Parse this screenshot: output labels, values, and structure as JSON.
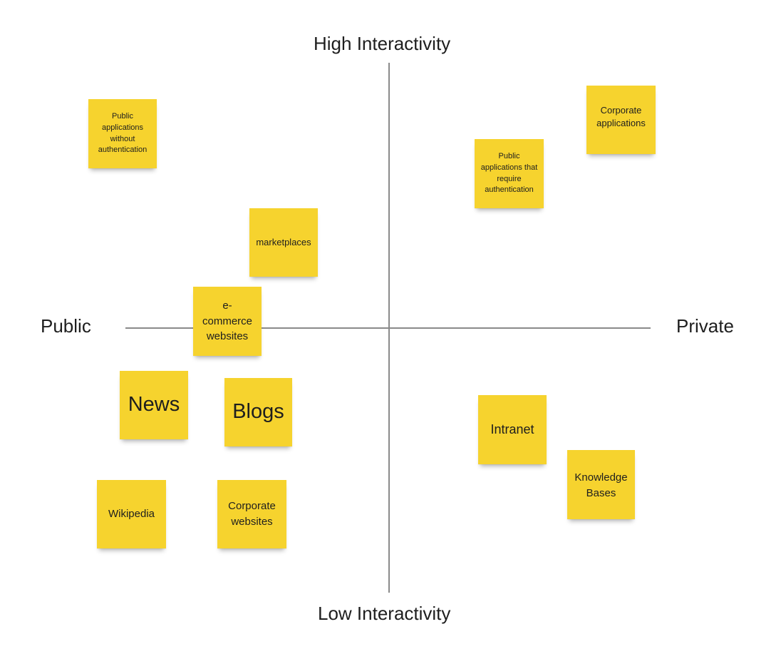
{
  "axes": {
    "top": "High Interactivity",
    "bottom": "Low Interactivity",
    "left": "Public",
    "right": "Private"
  },
  "notes": {
    "public_apps_no_auth": "Public applications without authentication",
    "corporate_applications": "Corporate applications",
    "public_apps_auth": "Public applications that require authentication",
    "marketplaces": "marketplaces",
    "ecommerce": "e-commerce websites",
    "news": "News",
    "blogs": "Blogs",
    "intranet": "Intranet",
    "knowledge_bases": "Knowledge Bases",
    "wikipedia": "Wikipedia",
    "corporate_websites": "Corporate websites"
  },
  "colors": {
    "note": "#f6d32e",
    "axis": "#8a8a8a"
  }
}
